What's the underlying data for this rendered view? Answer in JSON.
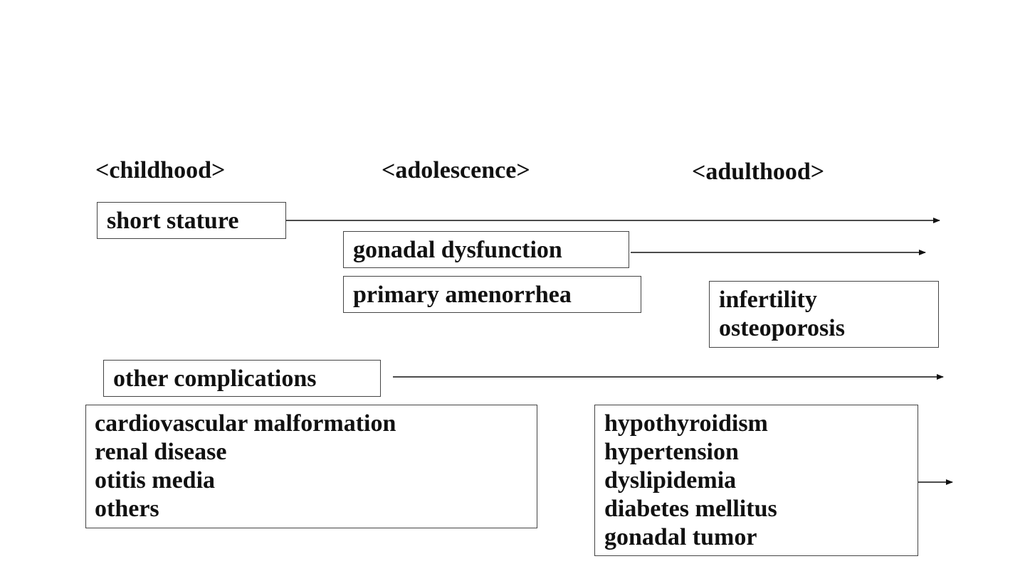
{
  "stages": {
    "childhood": "<childhood>",
    "adolescence": "<adolescence>",
    "adulthood": "<adulthood>"
  },
  "boxes": {
    "short_stature": [
      "short stature"
    ],
    "gonadal_dysfunction": [
      "gonadal dysfunction"
    ],
    "primary_amenorrhea": [
      "primary amenorrhea"
    ],
    "adult_effects": [
      "infertility",
      "osteoporosis"
    ],
    "other_complications": [
      "other complications"
    ],
    "childhood_complications": [
      "cardiovascular malformation",
      "renal disease",
      "otitis media",
      "others"
    ],
    "adult_complications": [
      "hypothyroidism",
      "hypertension",
      "dyslipidemia",
      "diabetes mellitus",
      "gonadal  tumor"
    ]
  },
  "colors": {
    "text": "#111111",
    "border": "#444444",
    "arrow": "#111111",
    "background": "#ffffff"
  }
}
